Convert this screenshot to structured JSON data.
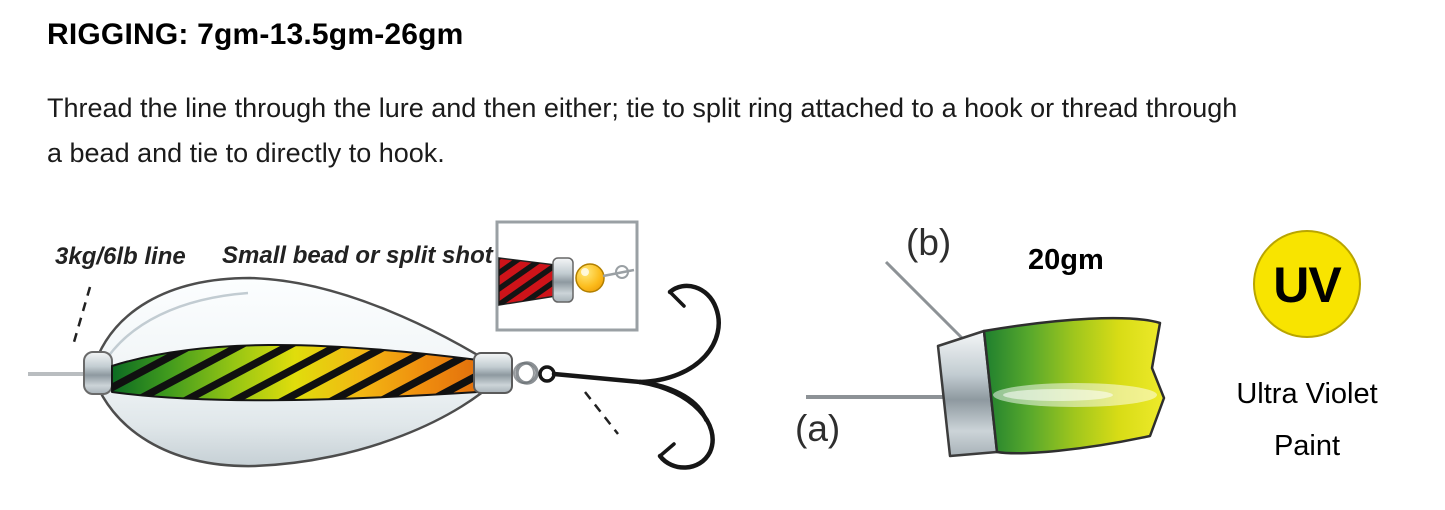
{
  "header": {
    "title": "RIGGING: 7gm-13.5gm-26gm",
    "description_line1": "Thread the line through the lure and then either; tie to split ring attached to a hook or thread through",
    "description_line2": "a bead and tie to directly to hook."
  },
  "left_diagram": {
    "line_label": "3kg/6lb line",
    "bead_label": "Small bead or split shot"
  },
  "right_diagram": {
    "label_b": "(b)",
    "weight": "20gm",
    "label_a": "(a)"
  },
  "uv": {
    "badge": "UV",
    "badge_color": "#f8e400",
    "caption_line1": "Ultra Violet",
    "caption_line2": "Paint"
  }
}
